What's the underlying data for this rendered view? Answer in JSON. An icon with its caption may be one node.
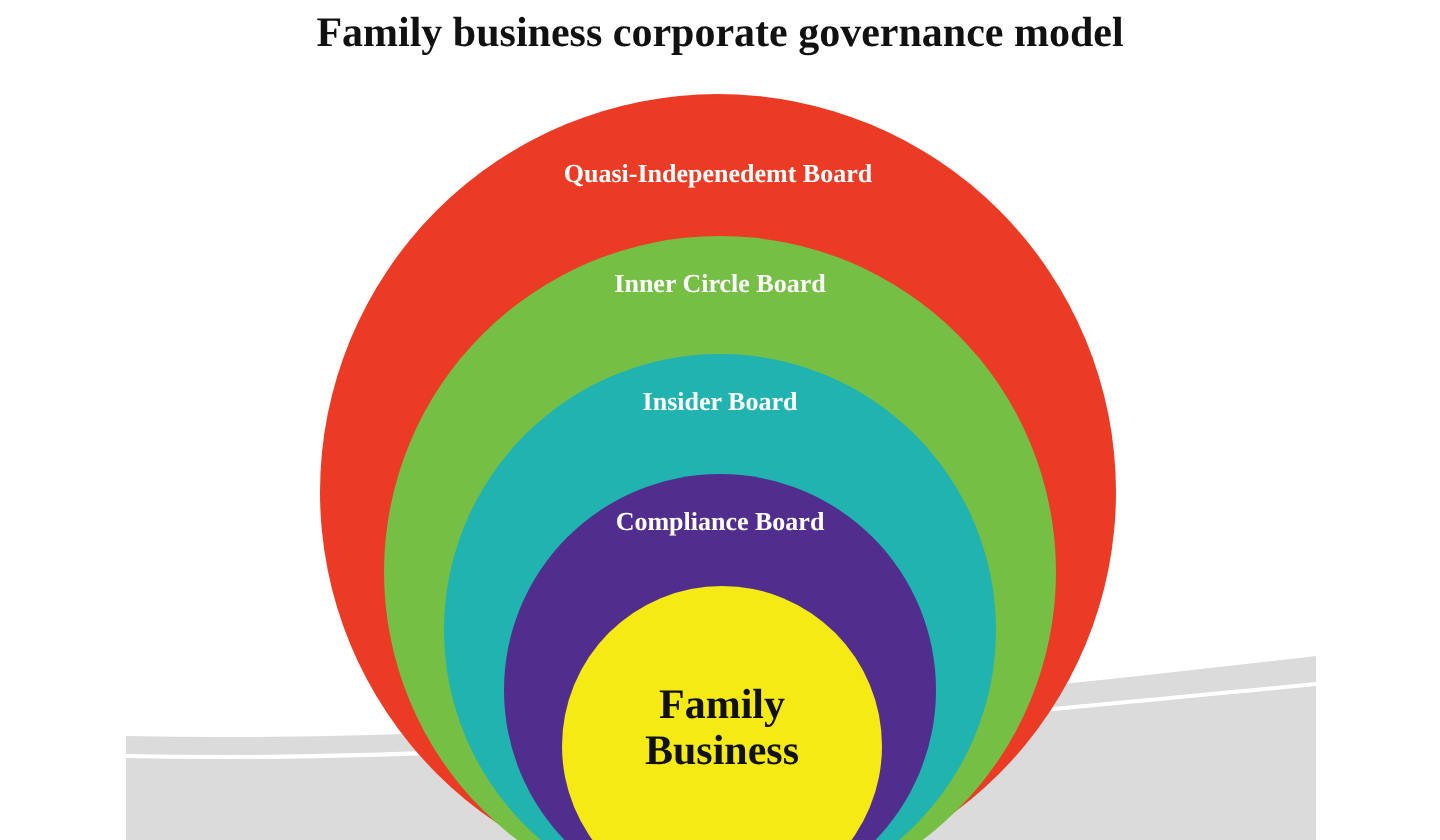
{
  "diagram": {
    "title": "Family business corporate governance model",
    "nodes": [
      {
        "text": [
          "Quasi-Indepenedemt Board"
        ]
      },
      {
        "text": [
          "Inner Circle Board"
        ],
        "in": 0
      },
      {
        "text": [
          "Insider Board"
        ],
        "in": 1
      },
      {
        "text": [
          "Compliance Board"
        ],
        "in": 2
      },
      {
        "text": [
          "Family Business"
        ],
        "in": 3
      }
    ]
  }
}
